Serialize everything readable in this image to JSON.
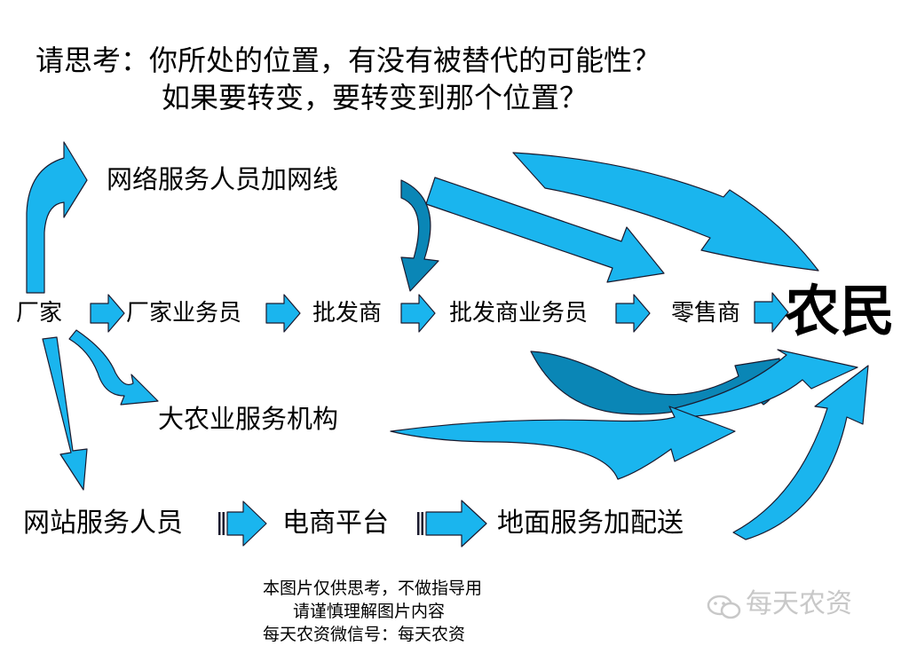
{
  "question": {
    "line1": "请思考：你所处的位置，有没有被替代的可能性？",
    "line2": "如果要转变，要转变到那个位置？"
  },
  "nodes": {
    "manufacturer": "厂家",
    "manufacturer_rep": "厂家业务员",
    "wholesaler": "批发商",
    "wholesaler_rep": "批发商业务员",
    "retailer": "零售商",
    "farmer": "农民",
    "network_staff": "网络服务人员加网线",
    "agri_service": "大农业服务机构",
    "website_staff": "网站服务人员",
    "ecommerce": "电商平台",
    "ground_delivery": "地面服务加配送"
  },
  "footer": {
    "line1": "本图片仅供思考，不做指导用",
    "line2": "请谨慎理解图片内容",
    "line3": "每天农资微信号：每天农资"
  },
  "watermark": {
    "text": "每天农资"
  },
  "colors": {
    "arrow": "#1ab5ee",
    "arrow_dark": "#0a86b6",
    "outline": "#1a1a2e"
  }
}
